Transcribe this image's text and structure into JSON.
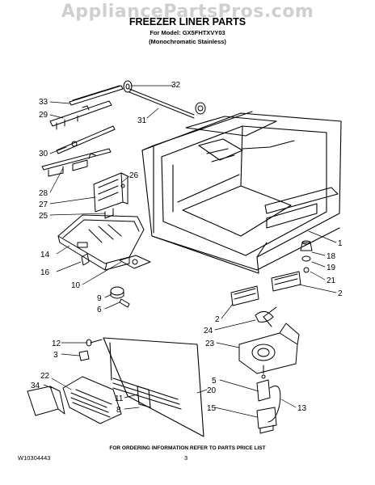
{
  "watermark": "AppliancePartsPros.com",
  "header": {
    "title": "FREEZER LINER PARTS",
    "model_line": "For Model: GX5FHTXVY03",
    "finish_line": "(Monochromatic Stainless)"
  },
  "callouts": [
    "33",
    "32",
    "29",
    "31",
    "30",
    "26",
    "28",
    "27",
    "25",
    "1",
    "14",
    "18",
    "16",
    "19",
    "21",
    "10",
    "2",
    "9",
    "6",
    "2",
    "24",
    "23",
    "12",
    "3",
    "22",
    "34",
    "5",
    "20",
    "11",
    "8",
    "15",
    "13"
  ],
  "footer": {
    "ordering_info": "FOR ORDERING INFORMATION REFER TO PARTS PRICE LIST",
    "document_number": "W10304443",
    "page_number": "3"
  }
}
